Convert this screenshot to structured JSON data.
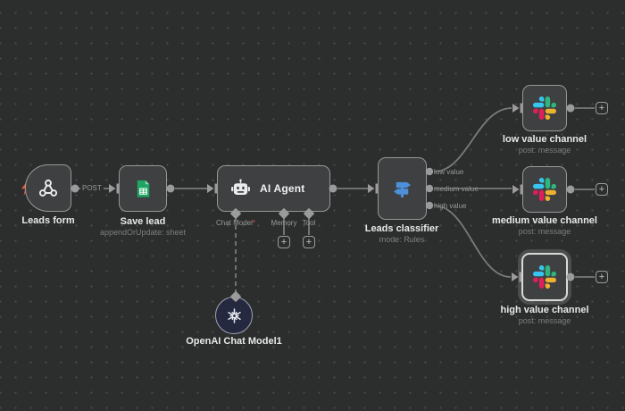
{
  "workflow": {
    "connection_labels": {
      "post": "POST"
    },
    "required_marker": "*",
    "plus_symbol": "+",
    "nodes": {
      "leads_form": {
        "label": "Leads form"
      },
      "save_lead": {
        "label": "Save lead",
        "subtitle": "appendOrUpdate: sheet"
      },
      "ai_agent": {
        "label": "AI Agent",
        "ports": [
          {
            "label": "Chat Model",
            "required": true
          },
          {
            "label": "Memory"
          },
          {
            "label": "Tool"
          }
        ]
      },
      "leads_classifier": {
        "label": "Leads classifier",
        "subtitle": "mode: Rules",
        "outputs": [
          "low value",
          "medium value",
          "high value"
        ]
      },
      "slack_low": {
        "label": "low value channel",
        "subtitle": "post: message"
      },
      "slack_medium": {
        "label": "medium value channel",
        "subtitle": "post: message"
      },
      "slack_high": {
        "label": "high value channel",
        "subtitle": "post: message",
        "selected": true
      },
      "openai_model": {
        "label": "OpenAI Chat Model1"
      }
    },
    "colors": {
      "canvas_bg": "#2c2d2d",
      "node_bg": "#3f4042",
      "node_border": "#979797",
      "edge": "#777777",
      "classifier_blue": "#4d8fd9",
      "sheets_green": "#1fa463",
      "openai_bg": "#242940",
      "trigger_bolt": "#e8593f",
      "slack_blue": "#36C5F0",
      "slack_green": "#2EB67D",
      "slack_yellow": "#ECB22E",
      "slack_pink": "#E01E5A"
    }
  }
}
